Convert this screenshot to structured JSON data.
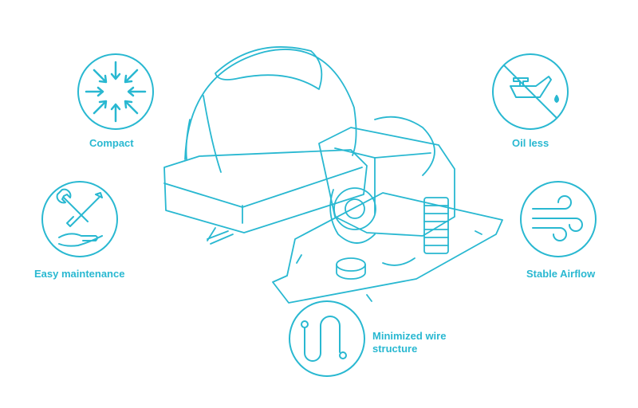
{
  "colors": {
    "accent": "#29b8d1"
  },
  "features": {
    "compact": {
      "label": "Compact",
      "icon": "compress-arrows-icon"
    },
    "oil_less": {
      "label": "Oil less",
      "icon": "no-oil-can-icon"
    },
    "easy_maintenance": {
      "label": "Easy maintenance",
      "icon": "tools-hand-icon"
    },
    "stable_airflow": {
      "label": "Stable Airflow",
      "icon": "wind-icon"
    },
    "minimized_wire": {
      "label_line1": "Minimized wire",
      "label_line2": "structure",
      "icon": "wire-icon"
    }
  },
  "product": {
    "icon": "air-pump-illustration"
  }
}
